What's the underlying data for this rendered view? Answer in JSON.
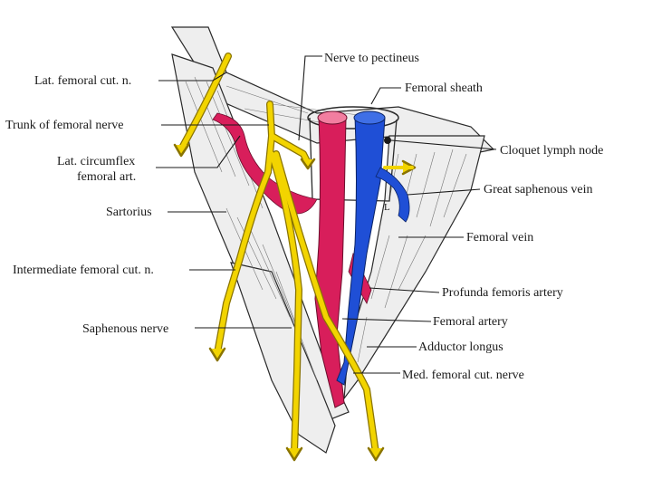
{
  "labels": {
    "lat_femoral_cut_n": "Lat. femoral cut. n.",
    "trunk_femoral_nerve": "Trunk of femoral nerve",
    "lat_circumflex_line1": "Lat. circumflex",
    "lat_circumflex_line2": "femoral art.",
    "sartorius": "Sartorius",
    "intermediate_femoral_cut_n": "Intermediate femoral cut. n.",
    "saphenous_nerve": "Saphenous nerve",
    "nerve_to_pectineus": "Nerve to pectineus",
    "femoral_sheath": "Femoral sheath",
    "cloquet_lymph_node": "Cloquet lymph node",
    "great_saphenous_vein": "Great saphenous vein",
    "femoral_vein": "Femoral vein",
    "profunda_femoris_artery": "Profunda femoris artery",
    "femoral_artery": "Femoral artery",
    "adductor_longus": "Adductor longus",
    "med_femoral_cut_nerve": "Med. femoral cut. nerve",
    "vein_marker": "L"
  },
  "colors": {
    "nerve": "#f2d400",
    "nerve_stroke": "#8a7400",
    "artery": "#d81e5b",
    "vein": "#1f4fd6",
    "muscle_fill": "#eeeeee",
    "outline": "#2a2a2a"
  }
}
